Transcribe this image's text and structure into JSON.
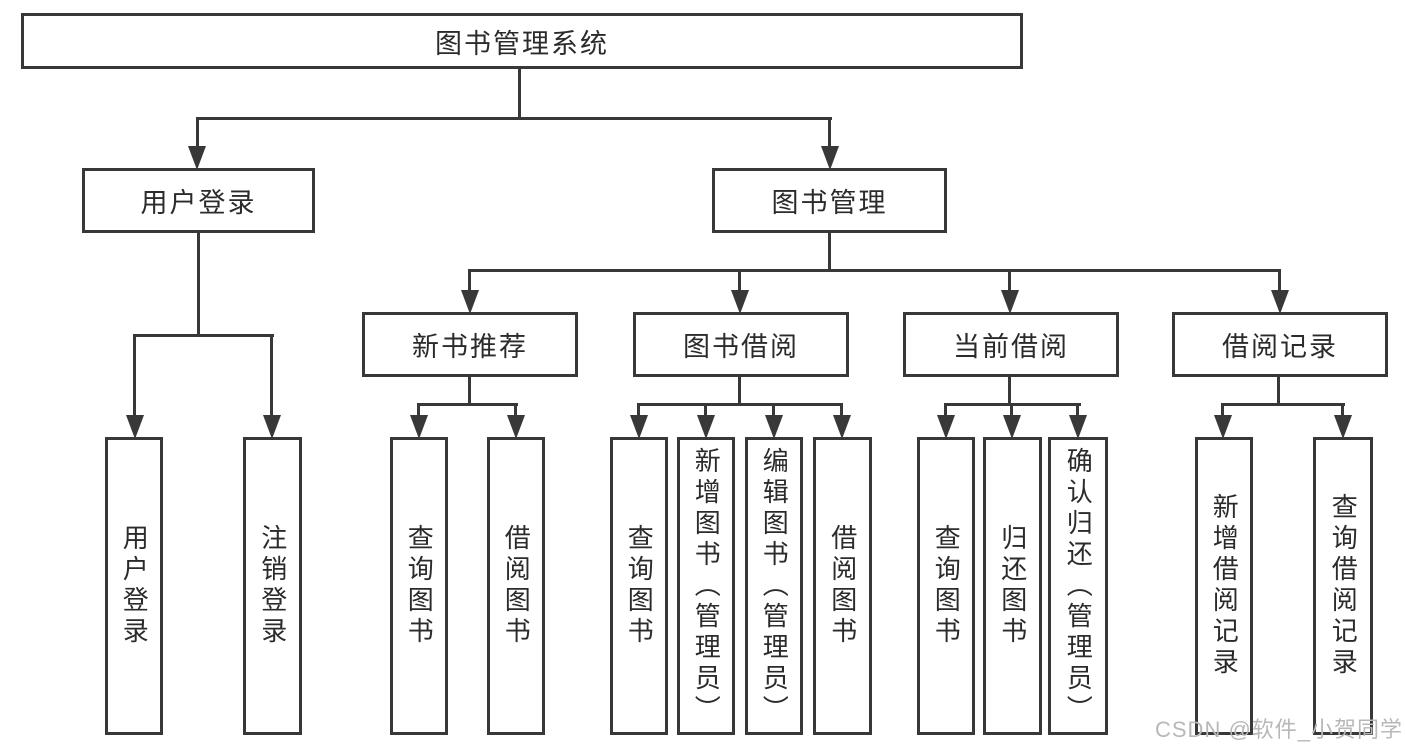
{
  "diagram": {
    "root": {
      "label": "图书管理系统"
    },
    "branches": {
      "user_login": {
        "label": "用户登录",
        "children": [
          {
            "label": "用户登录"
          },
          {
            "label": "注销登录"
          }
        ]
      },
      "book_management": {
        "label": "图书管理",
        "children": [
          {
            "label": "新书推荐",
            "children": [
              {
                "label": "查询图书"
              },
              {
                "label": "借阅图书"
              }
            ]
          },
          {
            "label": "图书借阅",
            "children": [
              {
                "label": "查询图书"
              },
              {
                "label": "新增图书（管理员）"
              },
              {
                "label": "编辑图书（管理员）"
              },
              {
                "label": "借阅图书"
              }
            ]
          },
          {
            "label": "当前借阅",
            "children": [
              {
                "label": "查询图书"
              },
              {
                "label": "归还图书"
              },
              {
                "label": "确认归还（管理员）"
              }
            ]
          },
          {
            "label": "借阅记录",
            "children": [
              {
                "label": "新增借阅记录"
              },
              {
                "label": "查询借阅记录"
              }
            ]
          }
        ]
      }
    },
    "watermark": "CSDN @软件_小贺同学",
    "colors": {
      "line": "#383838",
      "box_border": "#383838",
      "text": "#2b2b2b",
      "watermark": "#b8b8b8",
      "background": "#ffffff"
    }
  }
}
